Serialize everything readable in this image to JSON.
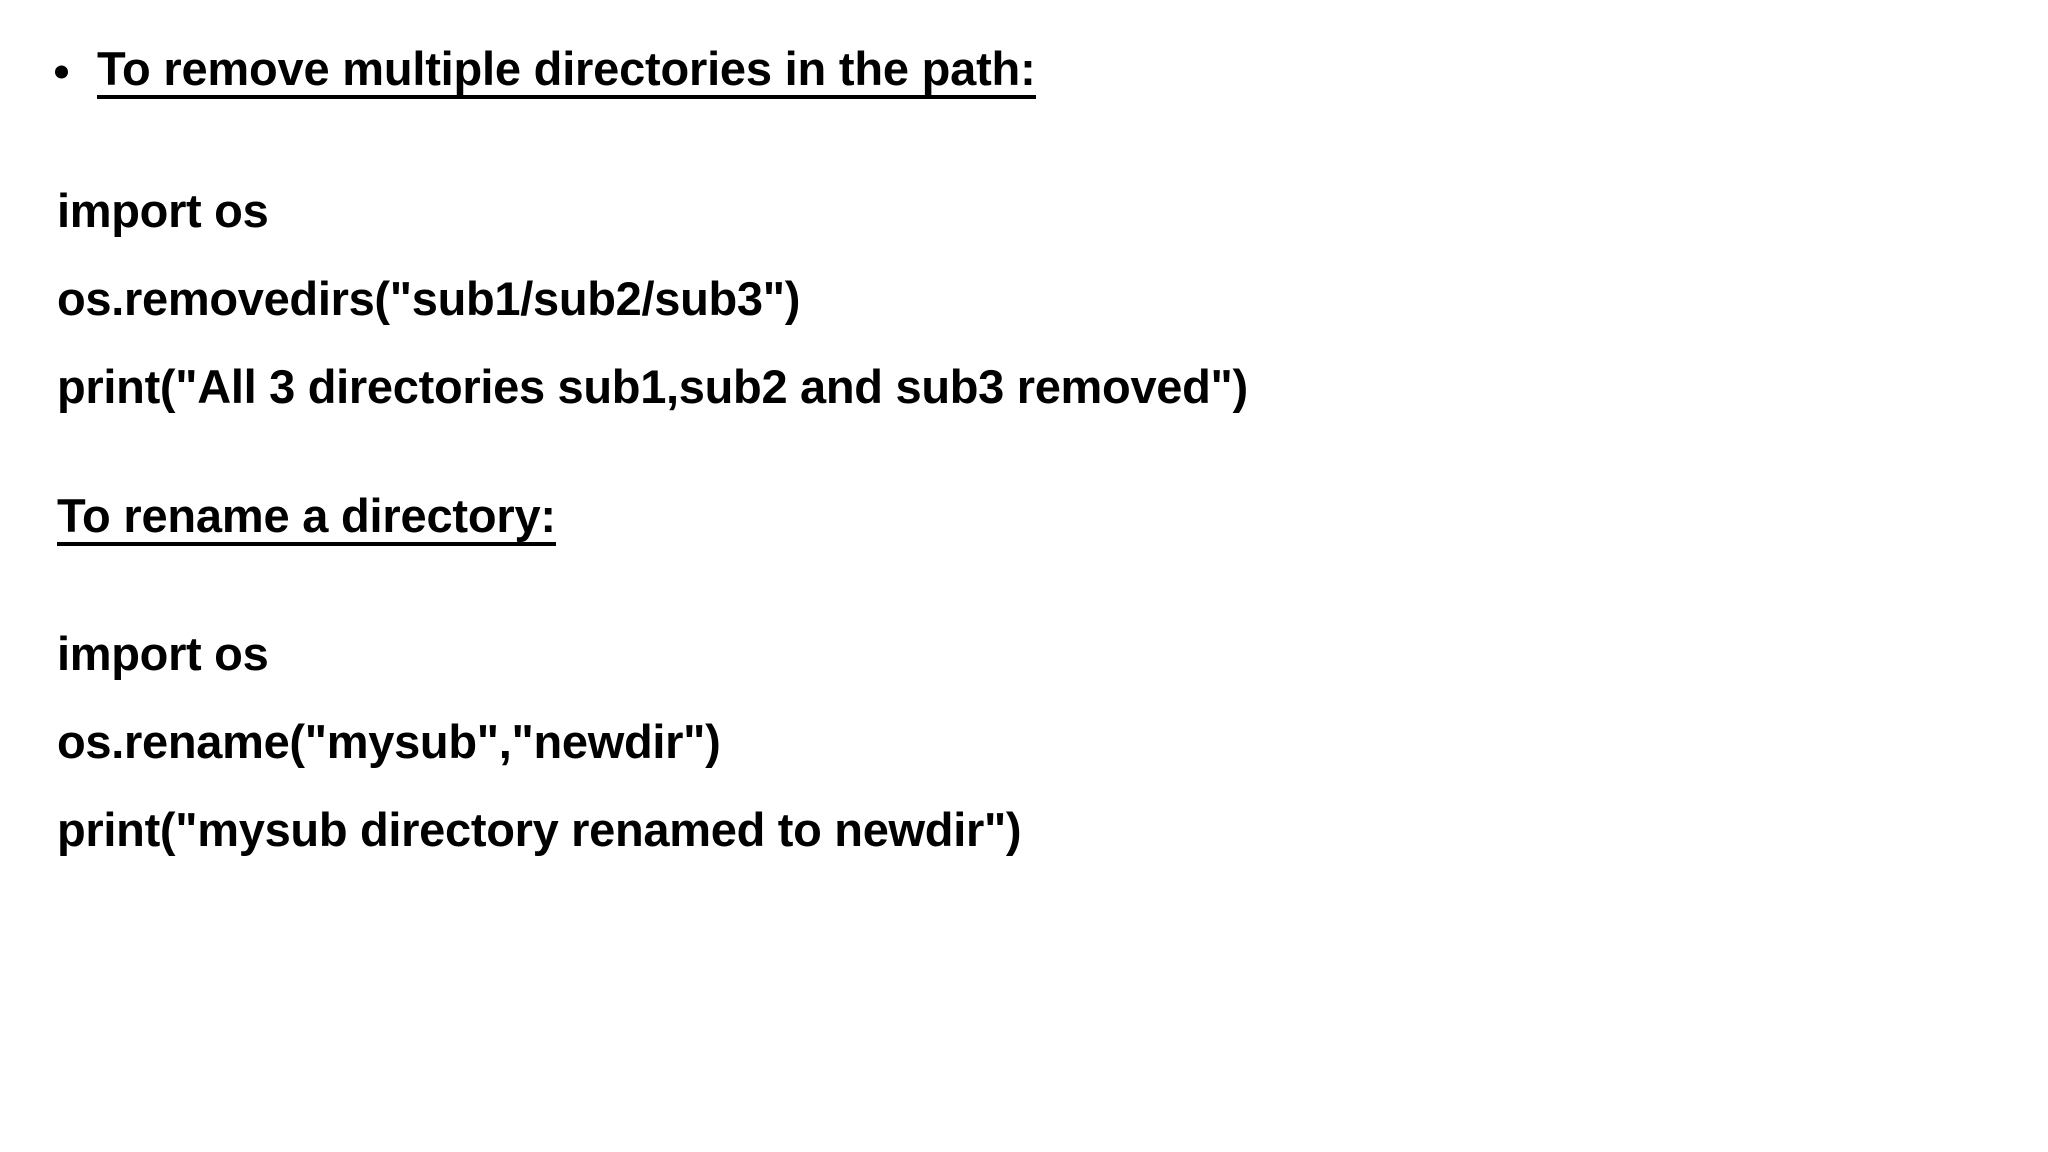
{
  "slide": {
    "background_color": "#ffffff",
    "text_color": "#000000",
    "sections": [
      {
        "heading": "To remove multiple directories in the path:",
        "heading_has_bullet": true,
        "heading_underlined": true,
        "bullet_glyph": "bullet-dot",
        "code_lines": [
          "import os",
          "os.removedirs(\"sub1/sub2/sub3\")",
          "print(\"All 3 directories sub1,sub2 and sub3 removed\")"
        ]
      },
      {
        "heading": "To rename a directory:",
        "heading_has_bullet": false,
        "heading_underlined": true,
        "bullet_glyph": "",
        "code_lines": [
          "import os",
          "os.rename(\"mysub\",\"newdir\")",
          "print(\"mysub directory renamed to newdir\")"
        ]
      }
    ]
  }
}
